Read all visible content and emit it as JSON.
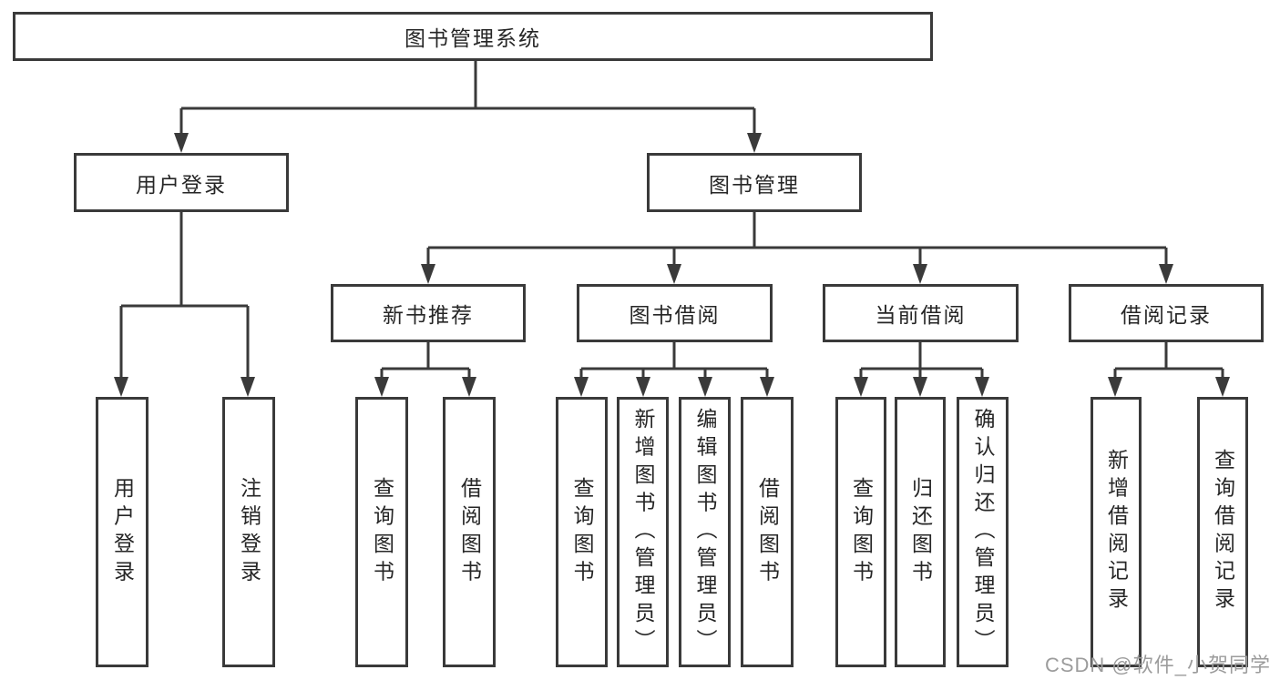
{
  "diagram": {
    "root": "图书管理系统",
    "level1": [
      "用户登录",
      "图书管理"
    ],
    "level2": [
      "新书推荐",
      "图书借阅",
      "当前借阅",
      "借阅记录"
    ],
    "leaves": [
      "用户登录",
      "注销登录",
      "查询图书",
      "借阅图书",
      "查询图书",
      "新增图书（管理员）",
      "编辑图书（管理员）",
      "借阅图书",
      "查询图书",
      "归还图书",
      "确认归还（管理员）",
      "新增借阅记录",
      "查询借阅记录"
    ]
  },
  "watermark": "CSDN @软件_小贺同学",
  "colors": {
    "line": "#3a3a3a",
    "border": "#3a3a3a",
    "text": "#262626",
    "watermark": "#9c9c9c",
    "background": "#ffffff"
  }
}
